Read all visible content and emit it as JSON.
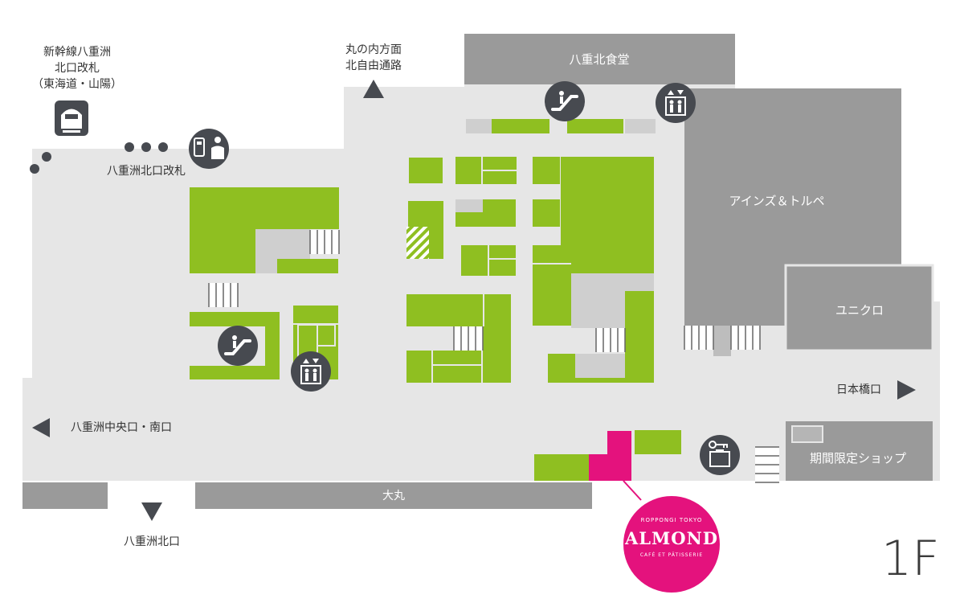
{
  "floor_label": "1F",
  "labels": {
    "shinkansen_gate": [
      "新幹線八重洲",
      "北口改札",
      "（東海道・山陽）"
    ],
    "marunouchi_passage": [
      "丸の内方面",
      "北自由通路"
    ],
    "north_gate": "八重洲北口改札",
    "yaesu_kita_shokudo": "八重北食堂",
    "ainz_tulpe": "アインズ＆トルペ",
    "uniqlo": "ユニクロ",
    "nihonbashi_exit": "日本橋口",
    "central_south_exit": "八重洲中央口・南口",
    "limited_shop": "期間限定ショップ",
    "daimaru": "大丸",
    "north_exit": "八重洲北口"
  },
  "highlighted_shop": {
    "brand_top": "ROPPONGI TOKYO",
    "brand_name": "ALMOND",
    "brand_sub": "CAFÉ ET PÂTISSERIE"
  },
  "icons": [
    "shinkansen-icon",
    "ticket-gate-icon",
    "escalator-icon",
    "elevator-icon",
    "locker-icon"
  ],
  "colors": {
    "shop": "#8fbf21",
    "facility": "#9a9a9a",
    "concourse": "#e6e6e6",
    "highlight": "#e4127d",
    "icon": "#474a50"
  }
}
